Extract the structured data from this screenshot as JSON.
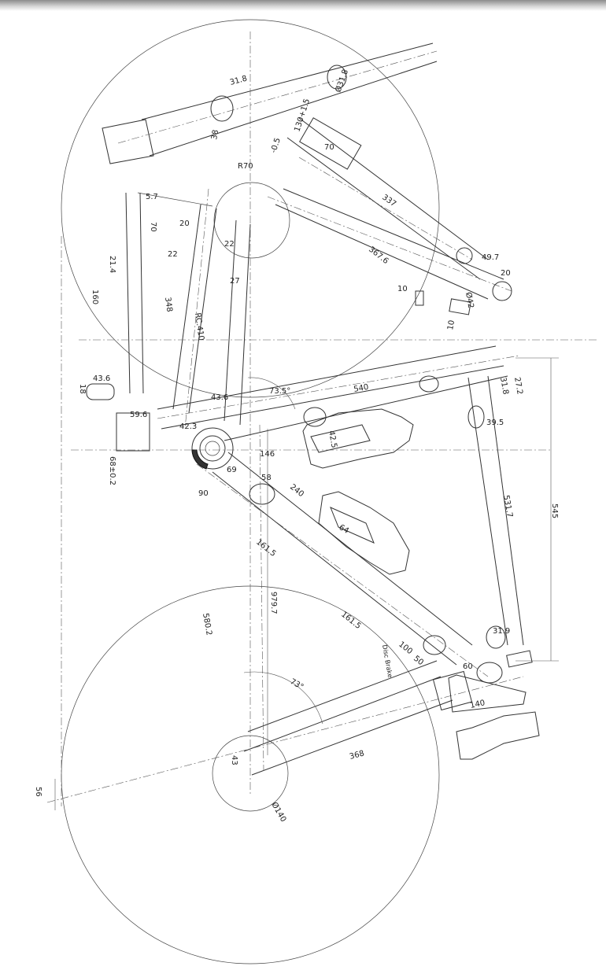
{
  "drawing": {
    "labels": {
      "d318_top": "31.8",
      "phi318_top": "Ø31.8",
      "d38": "38",
      "r70": "R70",
      "d130": "130+1.5",
      "d05": "-0.5",
      "d70_top": "70",
      "d337": "337",
      "d3676": "367.6",
      "d497": "49.7",
      "d20_right": "20",
      "d42": "Ø42",
      "d10a": "10",
      "d10b": "10",
      "d57": "5.7",
      "d70_left": "70",
      "d20_left": "20",
      "d22a": "22",
      "d22b": "22",
      "d214": "21.4",
      "d160": "160",
      "d348": "348",
      "rc410": "RC.410",
      "d27": "27",
      "d436a": "43.6",
      "d18": "18",
      "d436b": "43.6",
      "d596": "59.6",
      "d423": "42.3",
      "d68": "68±0.2",
      "a735": "73.5°",
      "d540": "540",
      "d318_right": "31.8",
      "d272": "27.2",
      "d395": "39.5",
      "d146": "146",
      "d69": "69",
      "d90": "90",
      "d58": "58",
      "d240": "240",
      "d42_5": "42.5",
      "d5317": "531.7",
      "d545": "545",
      "d64": "64",
      "d1615a": "161.5",
      "d9797": "979.7",
      "d5802": "580.2",
      "d1615b": "161.5",
      "d319": "31.9",
      "disc": "Disc Brake",
      "d100": "100",
      "d50": "50",
      "d60": "60",
      "a73": "73°",
      "d140": "140",
      "d43": "43",
      "d368": "368",
      "d56": "56",
      "phi140": "Ø140"
    }
  }
}
